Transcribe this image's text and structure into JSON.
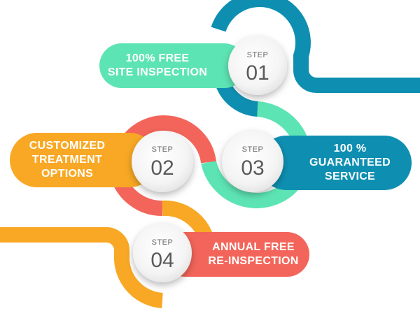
{
  "colors": {
    "teal": "#0e8fb1",
    "mint": "#5de4b4",
    "red": "#f3655a",
    "orange": "#f8a824",
    "step_text": "#5a5a5a"
  },
  "steps": [
    {
      "word": "STEP",
      "number": "01",
      "lines": [
        "100% FREE",
        "SITE INSPECTION"
      ]
    },
    {
      "word": "STEP",
      "number": "02",
      "lines": [
        "CUSTOMIZED",
        "TREATMENT",
        "OPTIONS"
      ]
    },
    {
      "word": "STEP",
      "number": "03",
      "lines": [
        "100 %",
        "GUARANTEED",
        "SERVICE"
      ]
    },
    {
      "word": "STEP",
      "number": "04",
      "lines": [
        "ANNUAL FREE",
        "RE-INSPECTION"
      ]
    }
  ]
}
